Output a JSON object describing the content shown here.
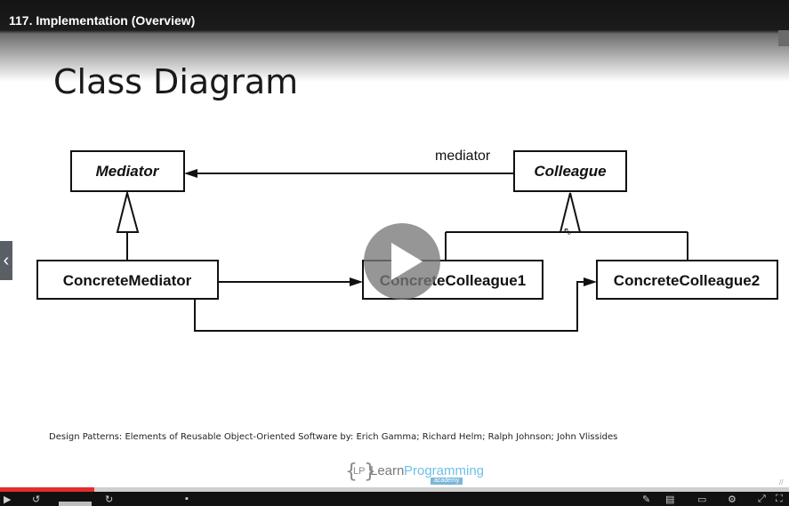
{
  "video": {
    "title": "117. Implementation (Overview)",
    "progress_fraction": 0.12
  },
  "slide": {
    "title": "Class Diagram",
    "citation": "Design Patterns: Elements of Reusable Object-Oriented Software by: Erich Gamma; Richard Helm; Ralph Johnson; John Vlissides"
  },
  "diagram": {
    "association_label": "mediator",
    "classes": {
      "mediator": "Mediator",
      "colleague": "Colleague",
      "concrete_mediator": "ConcreteMediator",
      "concrete_colleague1": "ConcreteColleague1",
      "concrete_colleague2": "ConcreteColleague2"
    }
  },
  "logo": {
    "lp": "LP",
    "learn": "Learn",
    "programming": "Programming",
    "academy": "academy"
  },
  "icons": {
    "side_prev": "chevron-left-icon",
    "play": "play-icon",
    "cursor": "mouse-cursor-icon"
  },
  "colors": {
    "progress": "#e32c2c",
    "topbar": "#1c1c1c"
  }
}
